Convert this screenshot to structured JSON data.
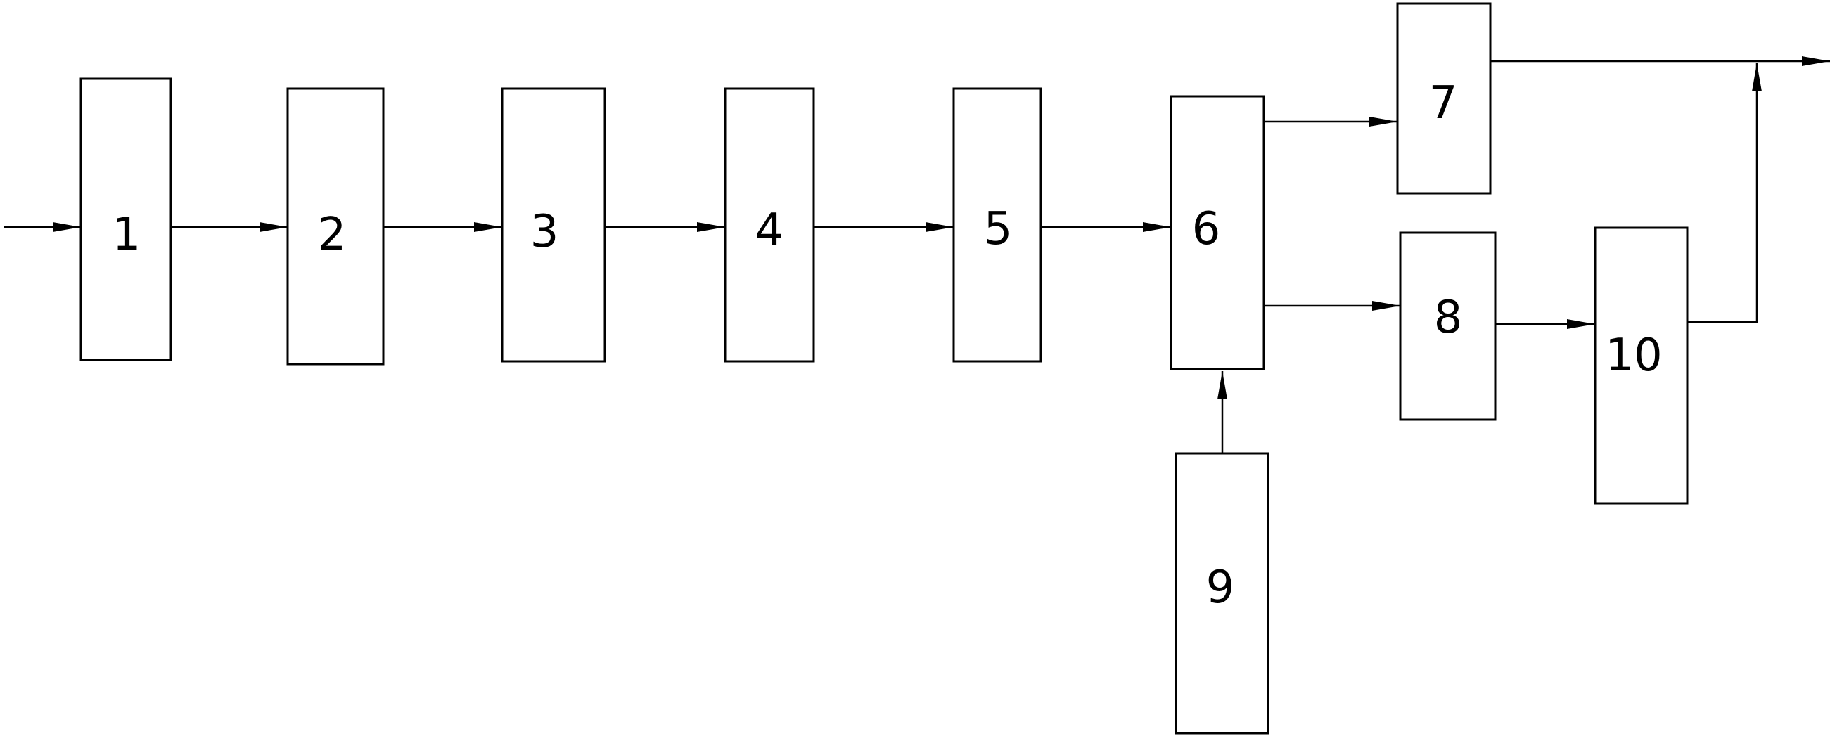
{
  "diagram": {
    "line_color": "#000000",
    "background_color": "#ffffff",
    "blocks": [
      {
        "id": "b1",
        "label": "1"
      },
      {
        "id": "b2",
        "label": "2"
      },
      {
        "id": "b3",
        "label": "3"
      },
      {
        "id": "b4",
        "label": "4"
      },
      {
        "id": "b5",
        "label": "5"
      },
      {
        "id": "b6",
        "label": "6"
      },
      {
        "id": "b7",
        "label": "7"
      },
      {
        "id": "b8",
        "label": "8"
      },
      {
        "id": "b9",
        "label": "9"
      },
      {
        "id": "b10",
        "label": "10"
      }
    ],
    "connections": [
      {
        "from": "input",
        "to": "b1"
      },
      {
        "from": "b1",
        "to": "b2"
      },
      {
        "from": "b2",
        "to": "b3"
      },
      {
        "from": "b3",
        "to": "b4"
      },
      {
        "from": "b4",
        "to": "b5"
      },
      {
        "from": "b5",
        "to": "b6"
      },
      {
        "from": "b6",
        "to": "b7"
      },
      {
        "from": "b6",
        "to": "b8"
      },
      {
        "from": "b9",
        "to": "b6"
      },
      {
        "from": "b8",
        "to": "b10"
      },
      {
        "from": "b7",
        "to": "output"
      },
      {
        "from": "b10",
        "to": "output"
      }
    ]
  }
}
